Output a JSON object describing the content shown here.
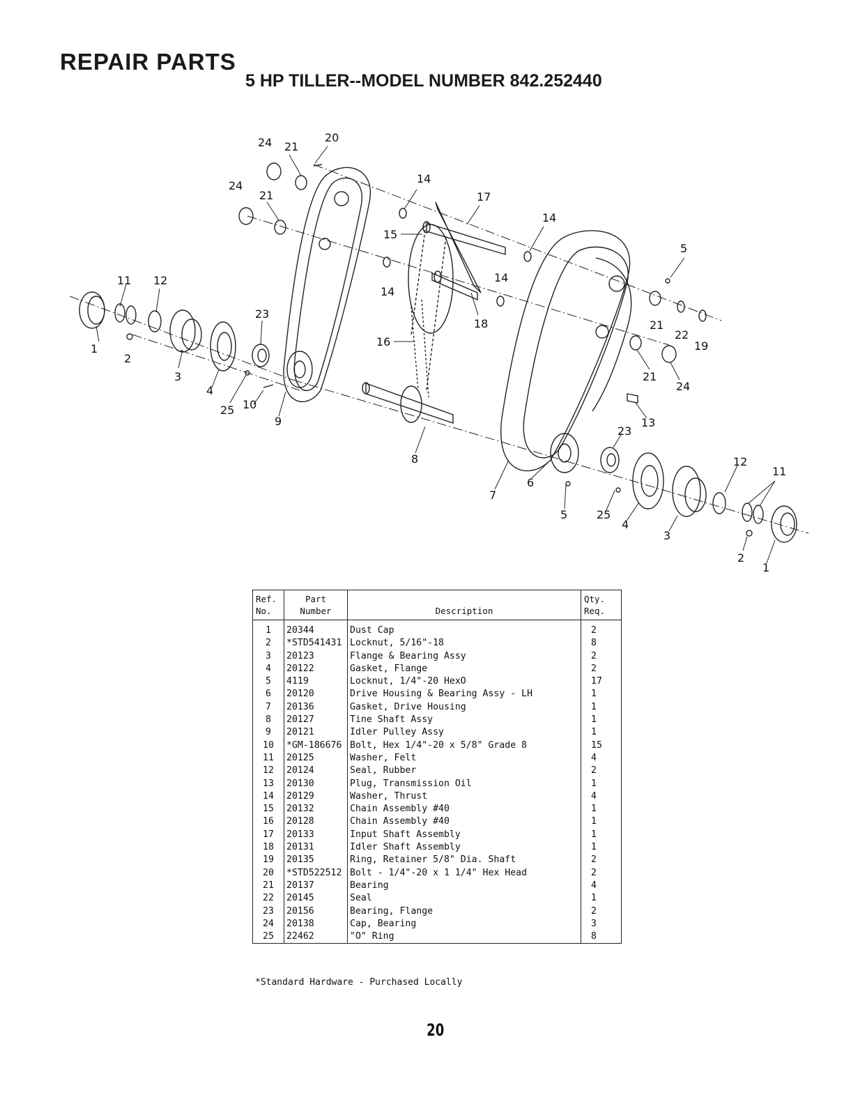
{
  "header": {
    "title": "REPAIR PARTS",
    "subtitle": "5 HP TILLER--MODEL NUMBER 842.252440"
  },
  "diagram": {
    "callouts": [
      "24",
      "21",
      "20",
      "24",
      "21",
      "14",
      "17",
      "14",
      "15",
      "5",
      "11",
      "12",
      "14",
      "14",
      "23",
      "18",
      "21",
      "22",
      "19",
      "1",
      "2",
      "3",
      "16",
      "21",
      "24",
      "4",
      "25",
      "10",
      "9",
      "13",
      "8",
      "23",
      "12",
      "11",
      "7",
      "6",
      "5",
      "25",
      "4",
      "3",
      "2",
      "1"
    ]
  },
  "table": {
    "headers": {
      "ref": "Ref. No.",
      "part": "Part Number",
      "description": "Description",
      "qty": "Qty. Req."
    },
    "rows": [
      {
        "ref": "1",
        "part": "20344",
        "description": "Dust Cap",
        "qty": "2"
      },
      {
        "ref": "2",
        "part": "*STD541431",
        "description": "Locknut, 5/16\"-18",
        "qty": "8"
      },
      {
        "ref": "3",
        "part": "20123",
        "description": "Flange & Bearing Assy",
        "qty": "2"
      },
      {
        "ref": "4",
        "part": "20122",
        "description": "Gasket, Flange",
        "qty": "2"
      },
      {
        "ref": "5",
        "part": "4119",
        "description": "Locknut, 1/4\"-20 HexO",
        "qty": "17"
      },
      {
        "ref": "6",
        "part": "20120",
        "description": "Drive Housing & Bearing Assy - LH",
        "qty": "1"
      },
      {
        "ref": "7",
        "part": "20136",
        "description": "Gasket, Drive Housing",
        "qty": "1"
      },
      {
        "ref": "8",
        "part": "20127",
        "description": "Tine Shaft Assy",
        "qty": "1"
      },
      {
        "ref": "9",
        "part": "20121",
        "description": "Idler Pulley Assy",
        "qty": "1"
      },
      {
        "ref": "10",
        "part": "*GM-186676",
        "description": "Bolt, Hex 1/4\"-20 x 5/8\" Grade 8",
        "qty": "15"
      },
      {
        "ref": "11",
        "part": "20125",
        "description": "Washer, Felt",
        "qty": "4"
      },
      {
        "ref": "12",
        "part": "20124",
        "description": "Seal, Rubber",
        "qty": "2"
      },
      {
        "ref": "13",
        "part": "20130",
        "description": "Plug, Transmission Oil",
        "qty": "1"
      },
      {
        "ref": "14",
        "part": "20129",
        "description": "Washer, Thrust",
        "qty": "4"
      },
      {
        "ref": "15",
        "part": "20132",
        "description": "Chain Assembly #40",
        "qty": "1"
      },
      {
        "ref": "16",
        "part": "20128",
        "description": "Chain Assembly #40",
        "qty": "1"
      },
      {
        "ref": "17",
        "part": "20133",
        "description": "Input Shaft Assembly",
        "qty": "1"
      },
      {
        "ref": "18",
        "part": "20131",
        "description": "Idler Shaft Assembly",
        "qty": "1"
      },
      {
        "ref": "19",
        "part": "20135",
        "description": "Ring, Retainer 5/8\" Dia. Shaft",
        "qty": "2"
      },
      {
        "ref": "20",
        "part": "*STD522512",
        "description": "Bolt - 1/4\"-20 x 1 1/4\" Hex Head",
        "qty": "2"
      },
      {
        "ref": "21",
        "part": "20137",
        "description": "Bearing",
        "qty": "4"
      },
      {
        "ref": "22",
        "part": "20145",
        "description": "Seal",
        "qty": "1"
      },
      {
        "ref": "23",
        "part": "20156",
        "description": "Bearing, Flange",
        "qty": "2"
      },
      {
        "ref": "24",
        "part": "20138",
        "description": "Cap, Bearing",
        "qty": "3"
      },
      {
        "ref": "25",
        "part": "22462",
        "description": "\"O\" Ring",
        "qty": "8"
      }
    ]
  },
  "footnote": "*Standard Hardware - Purchased Locally",
  "page_number": "20"
}
